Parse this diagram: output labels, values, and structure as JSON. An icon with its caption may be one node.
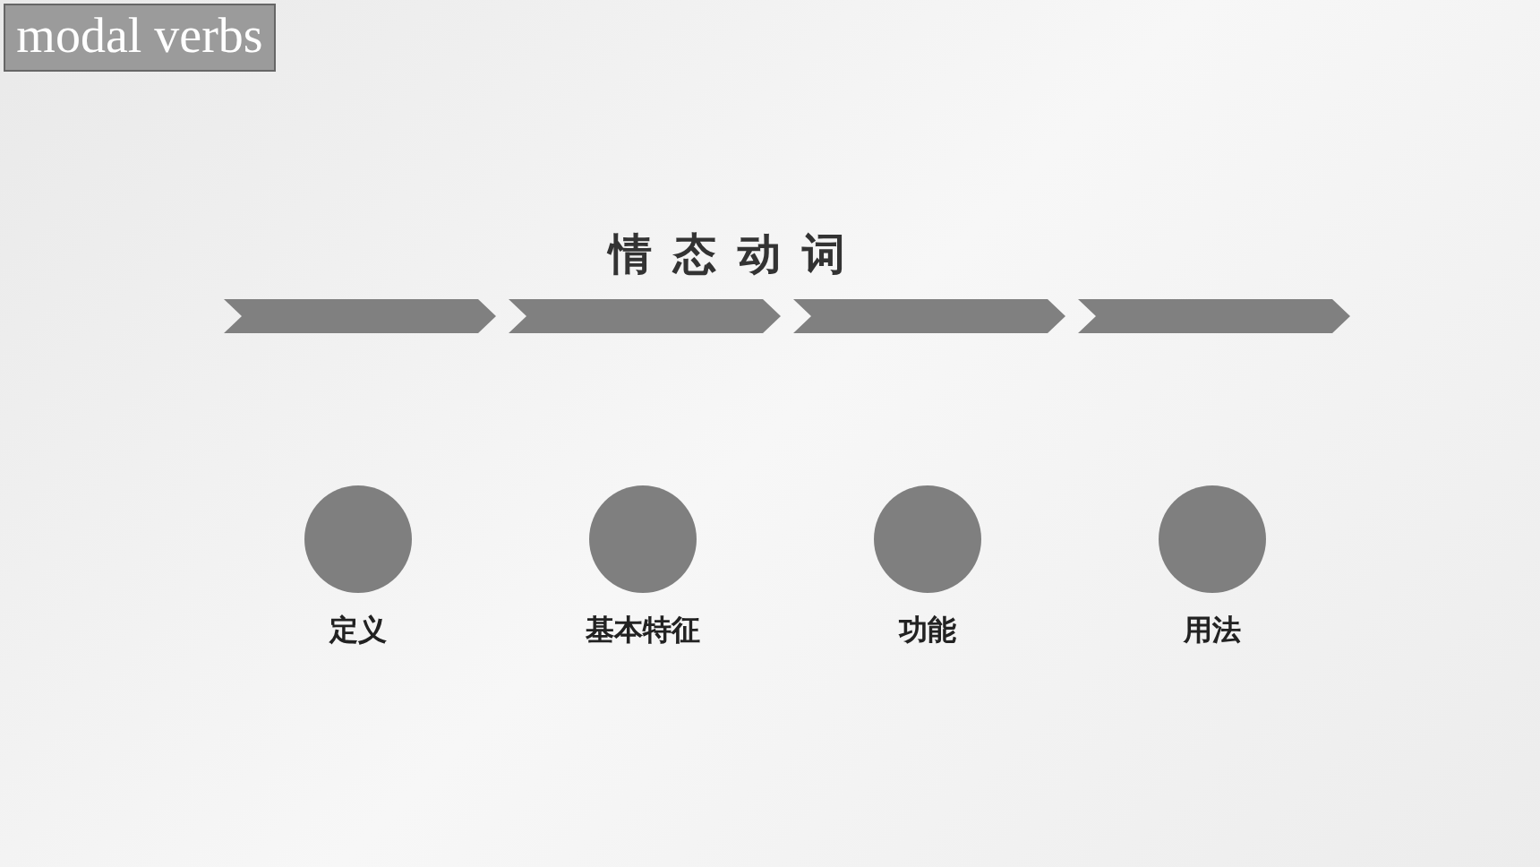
{
  "diagram": {
    "title": "情态动词",
    "nodes": [
      {
        "text": [
          "modal verbs"
        ]
      },
      {
        "text": [
          "定义"
        ]
      },
      {
        "text": [
          "基本特征"
        ]
      },
      {
        "text": [
          "功能"
        ]
      },
      {
        "text": [
          "用法"
        ]
      }
    ]
  }
}
